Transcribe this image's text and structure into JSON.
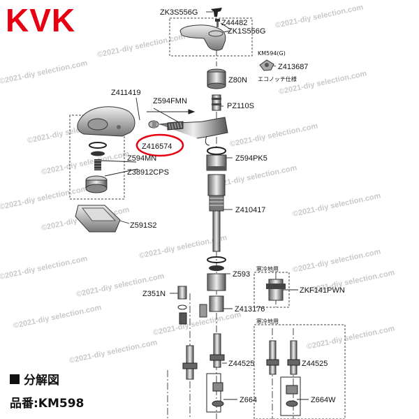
{
  "brand": {
    "logo_text": "KVK",
    "color": "#e60012"
  },
  "watermark": {
    "text": "©2021-diy selection.com",
    "color": "#c9c9c9"
  },
  "highlight_color": "#e60012",
  "footer": {
    "title": "分解図",
    "model": "品番:KM598"
  },
  "notes": {
    "km594g": "KM594(G)",
    "eco_notch": "エコノッチ仕様",
    "cold_region_1": "寒冷地用",
    "cold_region_2": "寒冷地用"
  },
  "parts": {
    "zk3s556g": "ZK3S556G",
    "z44482": "Z44482",
    "zk1s556g": "ZK1S556G",
    "z413687": "Z413687",
    "z80n": "Z80N",
    "z411419": "Z411419",
    "z594fmn": "Z594FMN",
    "pz110s": "PZ110S",
    "z416574": "Z416574",
    "z594mn": "Z594MN",
    "z38912cps": "Z38912CPS",
    "z594pk5": "Z594PK5",
    "z410417": "Z410417",
    "z591s2": "Z591S2",
    "z593": "Z593",
    "zkf141pwn": "ZKF141PWN",
    "z351n": "Z351N",
    "z413176": "Z413176",
    "z44525_a": "Z44525",
    "z44525_b": "Z44525",
    "z664": "Z664",
    "z664w": "Z664W"
  }
}
